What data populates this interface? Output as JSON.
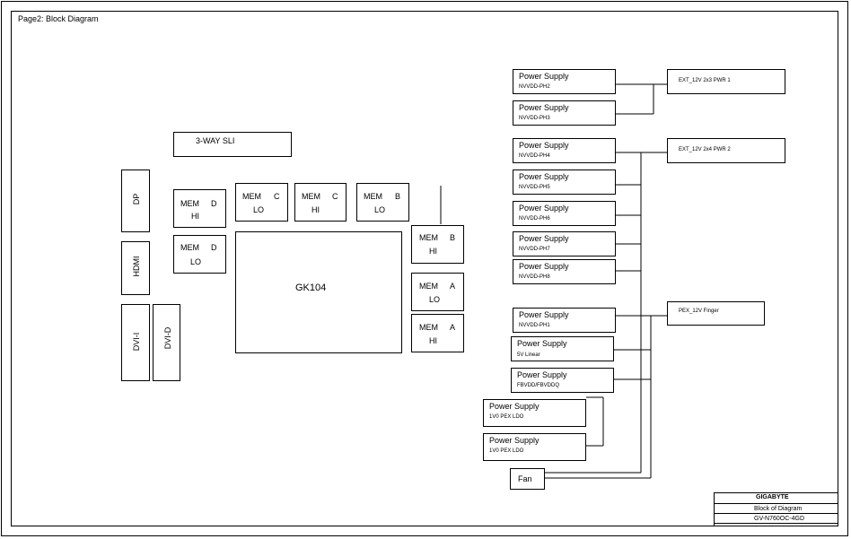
{
  "page_title": "Page2: Block Diagram",
  "gpu": {
    "label": "GK104"
  },
  "sli": {
    "label": "3-WAY SLI"
  },
  "outputs": {
    "dp": "DP",
    "hdmi": "HDMI",
    "dvi_i": "DVI-I",
    "dvi_d": "DVI-D"
  },
  "memory": {
    "mem_label": "MEM",
    "d_hi": {
      "bank": "D",
      "half": "HI"
    },
    "d_lo": {
      "bank": "D",
      "half": "LO"
    },
    "c_lo": {
      "bank": "C",
      "half": "LO"
    },
    "c_hi": {
      "bank": "C",
      "half": "HI"
    },
    "b_lo": {
      "bank": "B",
      "half": "LO"
    },
    "b_hi": {
      "bank": "B",
      "half": "HI"
    },
    "a_lo": {
      "bank": "A",
      "half": "LO"
    },
    "a_hi": {
      "bank": "A",
      "half": "HI"
    }
  },
  "power": {
    "label": "Power Supply",
    "ph2": "NVVDD-PH2",
    "ph3": "NVVDD-PH3",
    "ph4": "NVVDD-PH4",
    "ph5": "NVVDD-PH5",
    "ph6": "NVVDD-PH6",
    "ph7": "NVVDD-PH7",
    "ph8": "NVVDD-PH8",
    "ph1": "NVVDD-PH1",
    "linear5v": "5V Linear",
    "fbvdd": "FBVDD/FBVDDQ",
    "pex_ldo_1": "1V0 PEX LDO",
    "pex_ldo_2": "1V0 PEX LDO"
  },
  "connectors": {
    "pwr1": "EXT_12V 2x3 PWR 1",
    "pwr2": "EXT_12V 2x4 PWR 2",
    "pex": "PEX_12V Finger"
  },
  "fan": {
    "label": "Fan"
  },
  "title_block": {
    "company": "GIGABYTE",
    "title": "Block of Diagram",
    "model": "GV-N760OC-4GD"
  }
}
